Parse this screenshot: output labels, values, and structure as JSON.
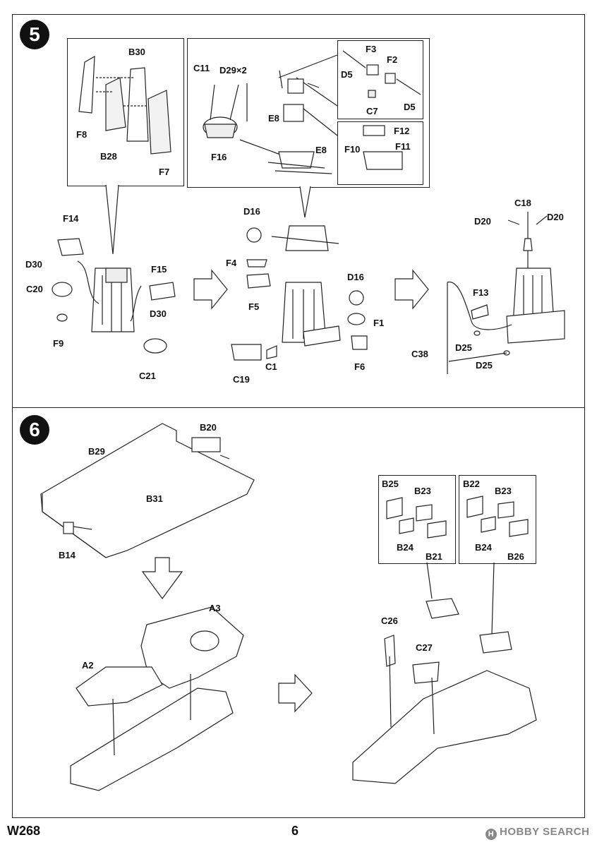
{
  "page": {
    "code": "W268",
    "number": "6",
    "watermark": "HOBBY SEARCH",
    "watermark_icon": "H"
  },
  "steps": [
    {
      "number": "5"
    },
    {
      "number": "6"
    }
  ],
  "step5": {
    "detail1_labels": [
      "B30",
      "F8",
      "B28",
      "F7"
    ],
    "detail2_labels": [
      "C11",
      "D29×2",
      "F16",
      "E8",
      "E8"
    ],
    "detail3_labels": [
      "F3",
      "F2",
      "D5",
      "C7",
      "D5"
    ],
    "detail4_labels": [
      "F12",
      "F10",
      "F11"
    ],
    "main_labels": [
      "F14",
      "D30",
      "C20",
      "F9",
      "F15",
      "D30",
      "C21",
      "D16",
      "F4",
      "F5",
      "D16",
      "F1",
      "C19",
      "C1",
      "F6",
      "C18",
      "D20",
      "D20",
      "F13",
      "C38",
      "D25",
      "D25"
    ]
  },
  "step6": {
    "main_labels": [
      "B20",
      "B29",
      "B31",
      "B14",
      "A3",
      "A2",
      "C26",
      "C27"
    ],
    "detail5_labels": [
      "B25",
      "B23",
      "B24",
      "B21"
    ],
    "detail6_labels": [
      "B22",
      "B23",
      "B24",
      "B26"
    ]
  }
}
